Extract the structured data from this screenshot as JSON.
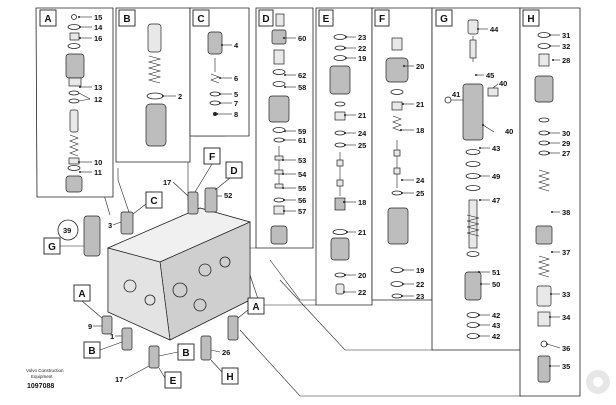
{
  "sections": [
    {
      "letter": "A",
      "parts": [
        "15",
        "14",
        "16",
        "13",
        "12",
        "10",
        "11"
      ]
    },
    {
      "letter": "B",
      "parts": [
        "2"
      ]
    },
    {
      "letter": "C",
      "parts": [
        "4",
        "6",
        "5",
        "7",
        "8"
      ]
    },
    {
      "letter": "D",
      "parts": [
        "60",
        "62",
        "58",
        "59",
        "61",
        "53",
        "54",
        "55",
        "56",
        "57"
      ]
    },
    {
      "letter": "E",
      "parts": [
        "23",
        "22",
        "19",
        "21",
        "24",
        "25",
        "18",
        "21",
        "20",
        "22"
      ]
    },
    {
      "letter": "F",
      "parts": [
        "20",
        "21",
        "18",
        "24",
        "25",
        "19",
        "22",
        "23"
      ]
    },
    {
      "letter": "G",
      "parts": [
        "44",
        "45",
        "40",
        "41",
        "40",
        "43",
        "49",
        "47",
        "51",
        "50",
        "42",
        "43",
        "42"
      ]
    },
    {
      "letter": "H",
      "parts": [
        "31",
        "32",
        "28",
        "30",
        "29",
        "27",
        "38",
        "37",
        "33",
        "34",
        "36",
        "35"
      ]
    }
  ],
  "assembly": {
    "callouts": {
      "c17_top": "17",
      "c52": "52",
      "c39": "39",
      "c3": "3",
      "c9": "9",
      "c1": "1",
      "c26": "26",
      "c17_bottom": "17"
    },
    "labels": {
      "f": "F",
      "d": "D",
      "c": "C",
      "g": "G",
      "a_left": "A",
      "a_right": "A",
      "b_left": "B",
      "b_right": "B",
      "e": "E",
      "h": "H"
    }
  },
  "caption": {
    "line1": "Volvo Construction",
    "line2": "Equipment",
    "number": "1097088"
  }
}
